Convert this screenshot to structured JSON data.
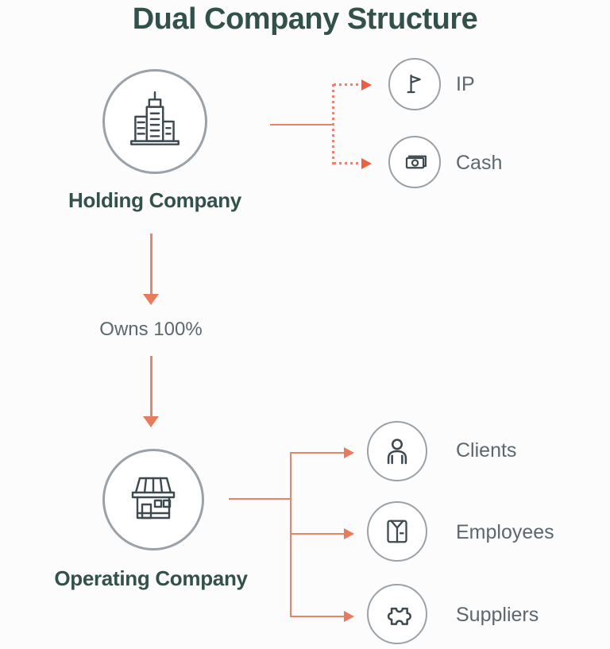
{
  "title": "Dual Company Structure",
  "nodes": {
    "holding": {
      "label": "Holding Company",
      "icon": "office-building-icon"
    },
    "operating": {
      "label": "Operating Company",
      "icon": "storefront-icon"
    }
  },
  "ownership_label": "Owns 100%",
  "holding_assets": [
    {
      "label": "IP",
      "icon": "flag-icon"
    },
    {
      "label": "Cash",
      "icon": "banknotes-icon"
    }
  ],
  "operating_relations": [
    {
      "label": "Clients",
      "icon": "person-icon"
    },
    {
      "label": "Employees",
      "icon": "shirt-icon"
    },
    {
      "label": "Suppliers",
      "icon": "puzzle-piece-icon"
    }
  ],
  "colors": {
    "title_text": "#33514b",
    "muted_text": "#5c676e",
    "circle_border": "#9aa1a7",
    "icon_stroke": "#3d4a50",
    "solid_connector": "#e8846a",
    "solid_arrowhead": "#e87a5e",
    "dotted_connector": "#ef8171",
    "dotted_arrowhead": "#ec5f44",
    "background": "#fcfcfc"
  }
}
